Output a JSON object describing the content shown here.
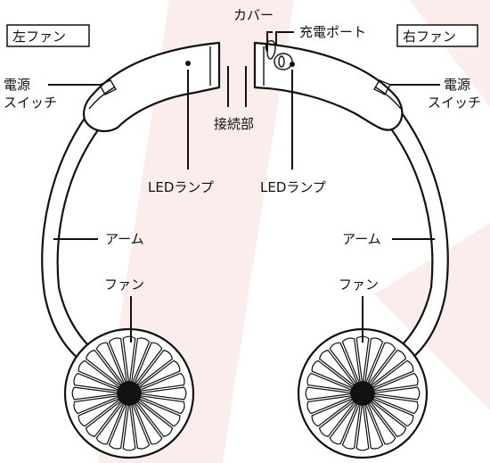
{
  "labels": {
    "left_fan": "左ファン",
    "right_fan": "右ファン",
    "power_switch_line1": "電源",
    "power_switch_line2": "スイッチ",
    "cover": "カバー",
    "charge_port": "充電ポート",
    "connector": "接続部",
    "led_lamp": "LEDランプ",
    "arm": "アーム",
    "fan": "ファン"
  },
  "colors": {
    "line": "#111111",
    "background": "#ffffff",
    "watermark": "#fbe7e7"
  },
  "fan_blades": 24
}
